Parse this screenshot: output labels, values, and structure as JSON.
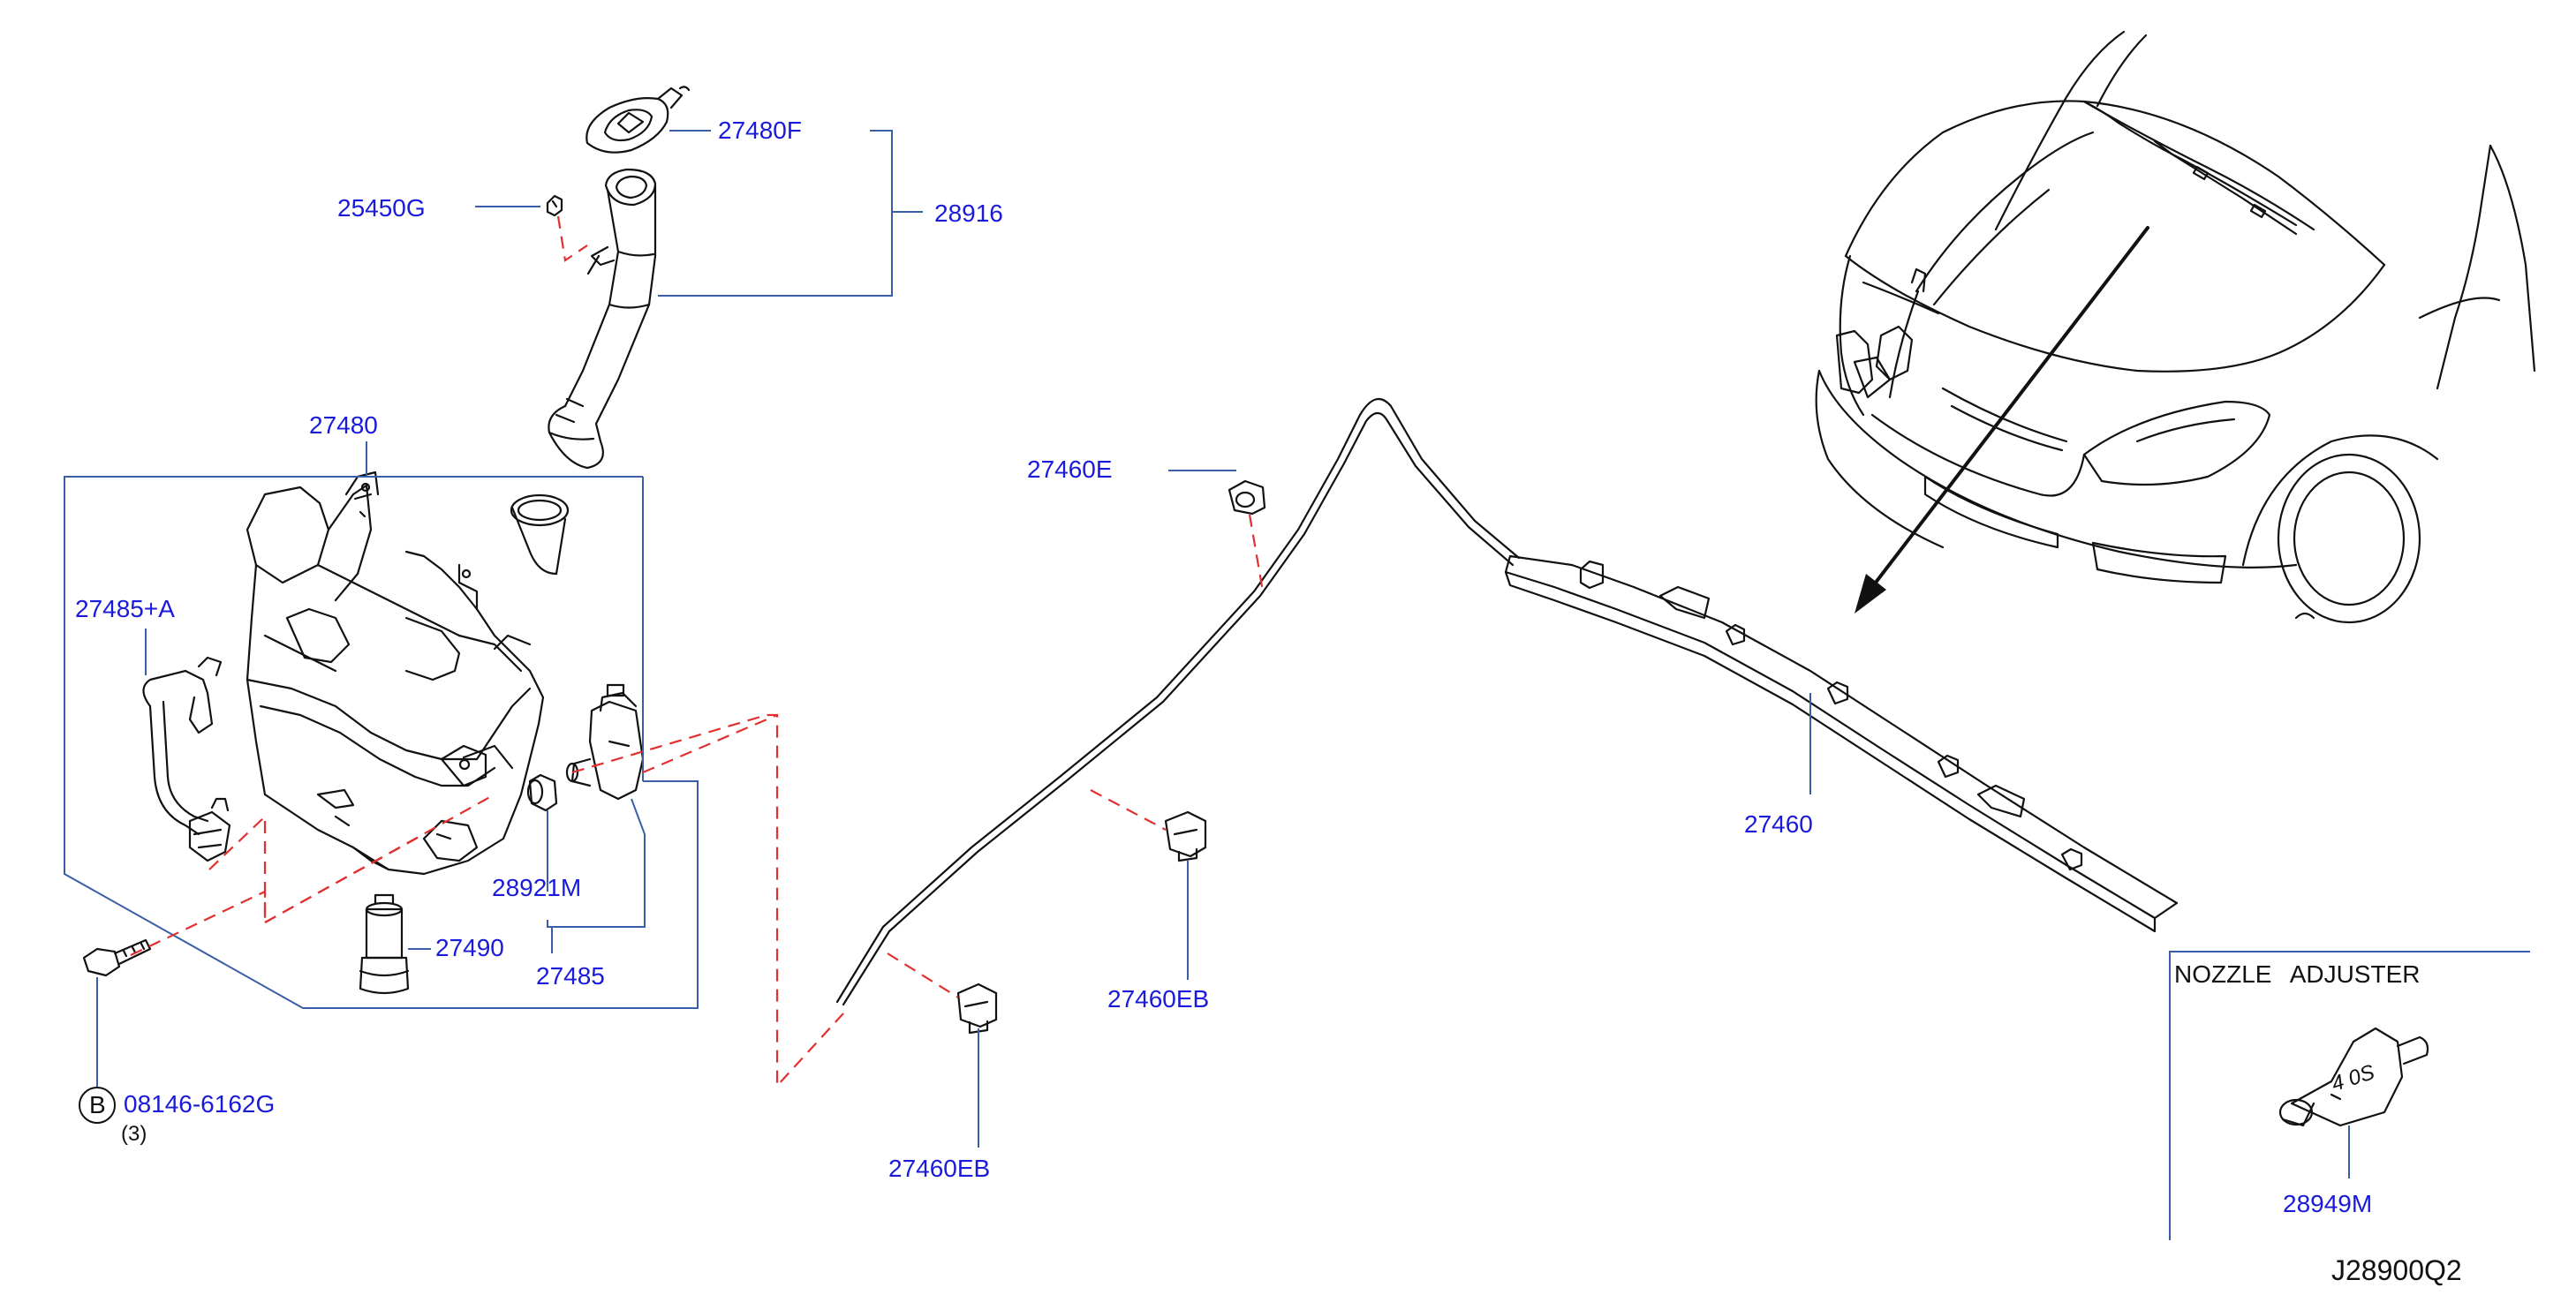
{
  "diagram_id": "J28900Q2",
  "colors": {
    "callout": "#1a1adb",
    "leader": "#3a5fa8",
    "dashed": "#e03030",
    "part": "#111111"
  },
  "labels": {
    "p27480F": "27480F",
    "p25450G": "25450G",
    "p28916": "28916",
    "p27480": "27480",
    "p27485A": "27485+A",
    "p28921M": "28921M",
    "p27490": "27490",
    "p27485": "27485",
    "bolt": "08146-6162G",
    "bolt_qty": "(3)",
    "bolt_badge": "B",
    "p27460E": "27460E",
    "p27460EB_upper": "27460EB",
    "p27460EB_lower": "27460EB",
    "p27460": "27460",
    "p28949M": "28949M"
  },
  "inset": {
    "title": "NOZZLE ADJUSTER",
    "marking": "4 0S"
  }
}
